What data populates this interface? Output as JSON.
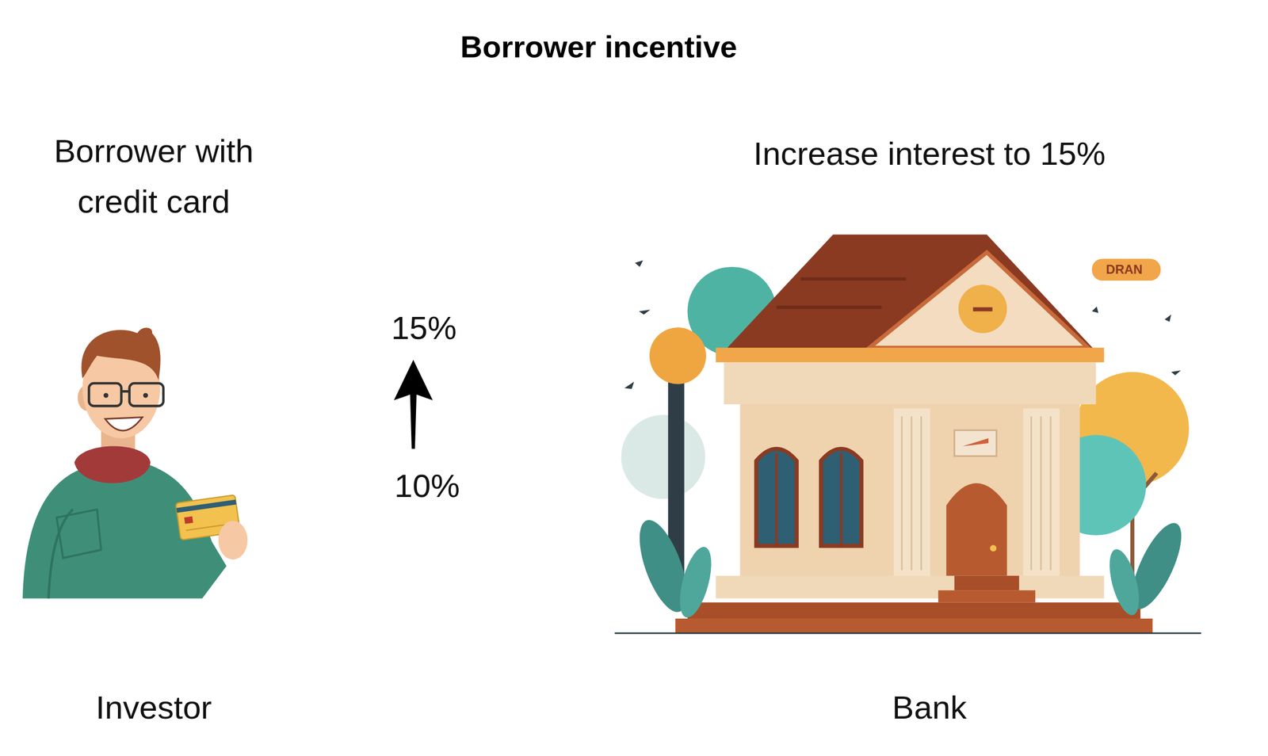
{
  "diagram": {
    "title": "Borrower incentive",
    "nodes": [
      {
        "text": [
          "Borrower with credit card",
          "Investor"
        ]
      },
      {
        "text": [
          "Increase interest to 15%",
          "Bank"
        ]
      }
    ],
    "labels": [
      "15%",
      "10%",
      "DRAN"
    ]
  }
}
